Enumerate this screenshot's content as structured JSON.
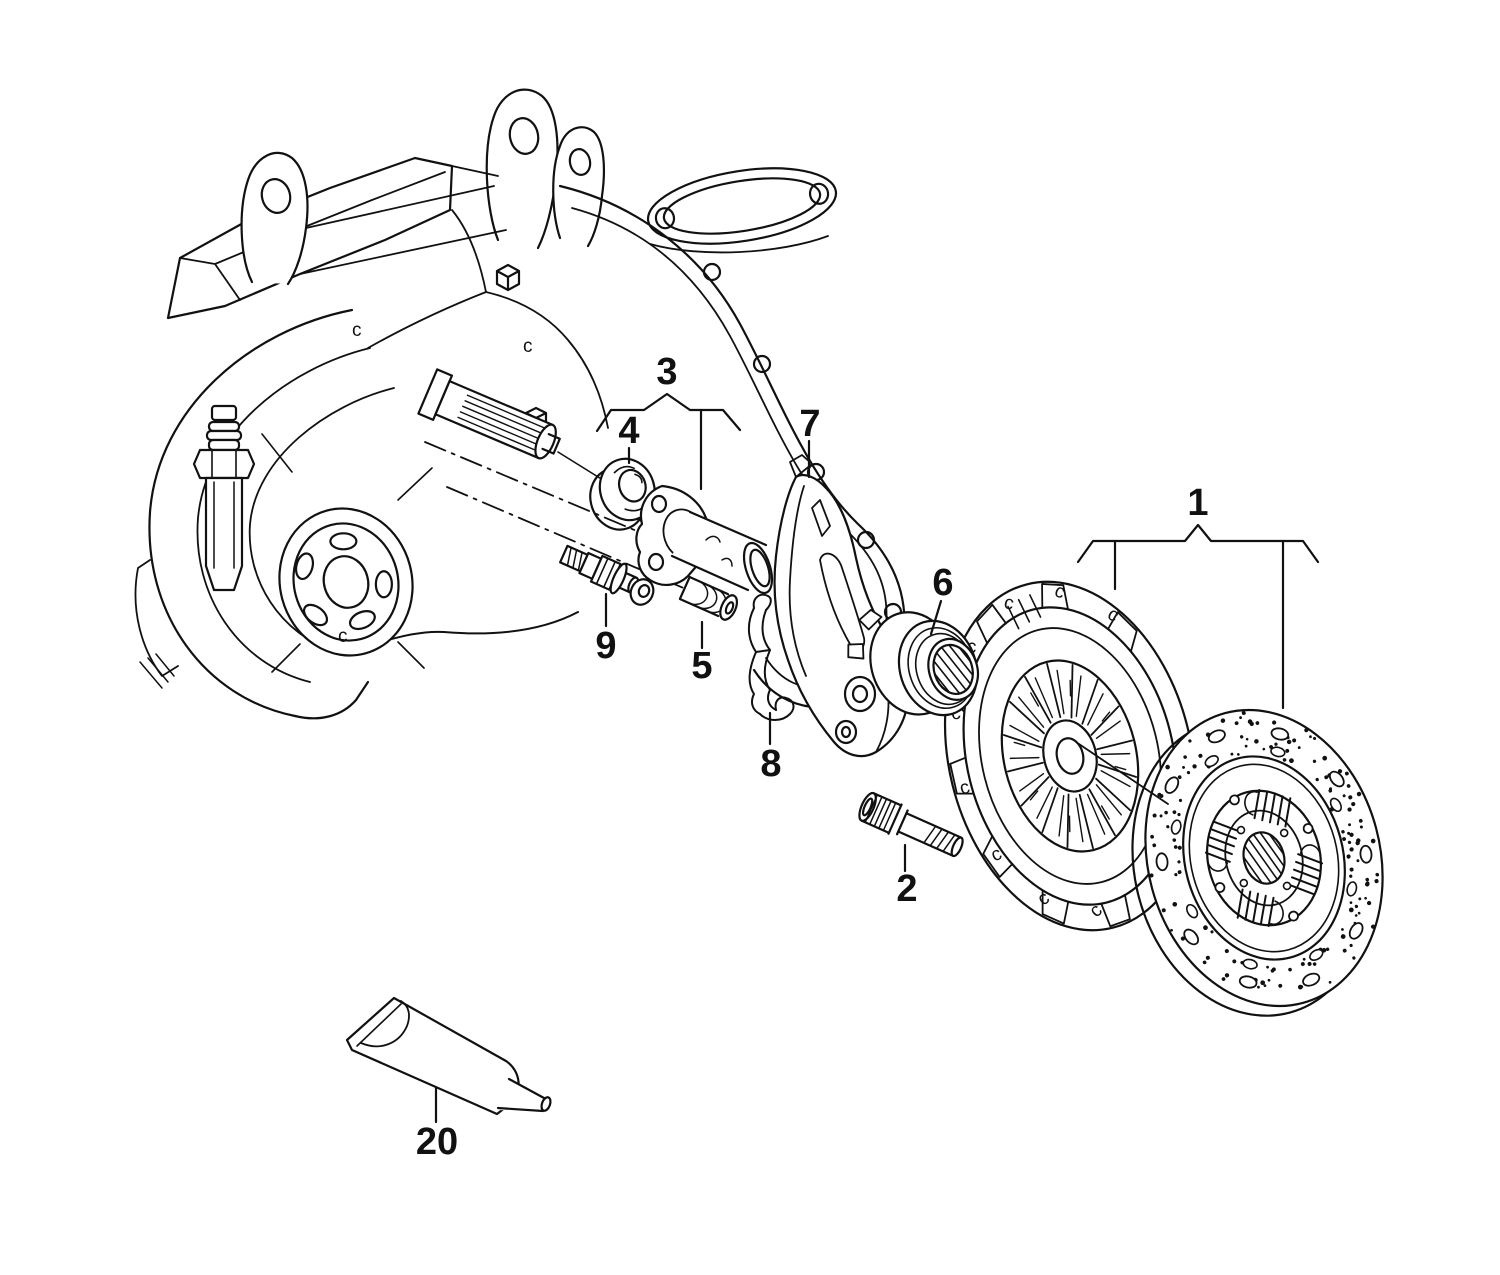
{
  "diagram": {
    "background": "#ffffff",
    "line_color": "#111111",
    "rim_clip_glyph": "c",
    "callouts": {
      "c1": {
        "label": "1"
      },
      "c2": {
        "label": "2"
      },
      "c3": {
        "label": "3"
      },
      "c4": {
        "label": "4"
      },
      "c5": {
        "label": "5"
      },
      "c6": {
        "label": "6"
      },
      "c7": {
        "label": "7"
      },
      "c8": {
        "label": "8"
      },
      "c9": {
        "label": "9"
      },
      "c20": {
        "label": "20"
      }
    }
  }
}
